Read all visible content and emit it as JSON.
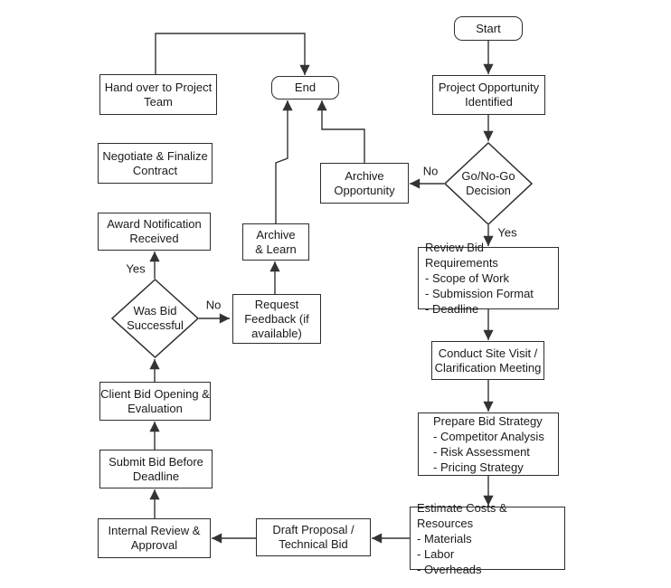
{
  "colors": {
    "line": "#333333",
    "box_border": "#2d2d2d",
    "text": "#1a1a1a",
    "background": "#ffffff"
  },
  "nodes": {
    "start": {
      "label": "Start"
    },
    "end": {
      "label": "End"
    },
    "project_opportunity": {
      "lines": [
        "Project Opportunity",
        "Identified"
      ]
    },
    "go_no_go": {
      "lines": [
        "Go/No-Go",
        "Decision"
      ]
    },
    "archive_opportunity": {
      "lines": [
        "Archive",
        "Opportunity"
      ]
    },
    "review_bid": {
      "lines": [
        "Review Bid Requirements",
        "- Scope of Work",
        "- Submission Format",
        "- Deadline"
      ]
    },
    "site_visit": {
      "lines": [
        "Conduct Site Visit /",
        "Clarification Meeting"
      ]
    },
    "prepare_strategy": {
      "lines": [
        "Prepare Bid Strategy",
        "- Competitor Analysis",
        "- Risk Assessment",
        "- Pricing Strategy"
      ]
    },
    "estimate_costs": {
      "lines": [
        "Estimate Costs & Resources",
        "- Materials",
        "- Labor",
        "- Overheads"
      ]
    },
    "draft_proposal": {
      "lines": [
        "Draft Proposal /",
        "Technical Bid"
      ]
    },
    "internal_review": {
      "lines": [
        "Internal Review &",
        "Approval"
      ]
    },
    "submit_bid": {
      "lines": [
        "Submit Bid Before",
        "Deadline"
      ]
    },
    "client_bid": {
      "lines": [
        "Client Bid Opening &",
        "Evaluation"
      ]
    },
    "was_bid": {
      "lines": [
        "Was Bid",
        "Successful"
      ]
    },
    "award": {
      "lines": [
        "Award Notification",
        "Received"
      ]
    },
    "negotiate": {
      "lines": [
        "Negotiate & Finalize",
        "Contract"
      ]
    },
    "handover": {
      "lines": [
        "Hand over to Project",
        "Team"
      ]
    },
    "request_feedback": {
      "lines": [
        "Request",
        "Feedback (if",
        "available)"
      ]
    },
    "archive_learn": {
      "lines": [
        "Archive",
        "& Learn"
      ]
    }
  },
  "edge_labels": {
    "go_no": "No",
    "go_yes": "Yes",
    "bid_yes": "Yes",
    "bid_no": "No"
  }
}
